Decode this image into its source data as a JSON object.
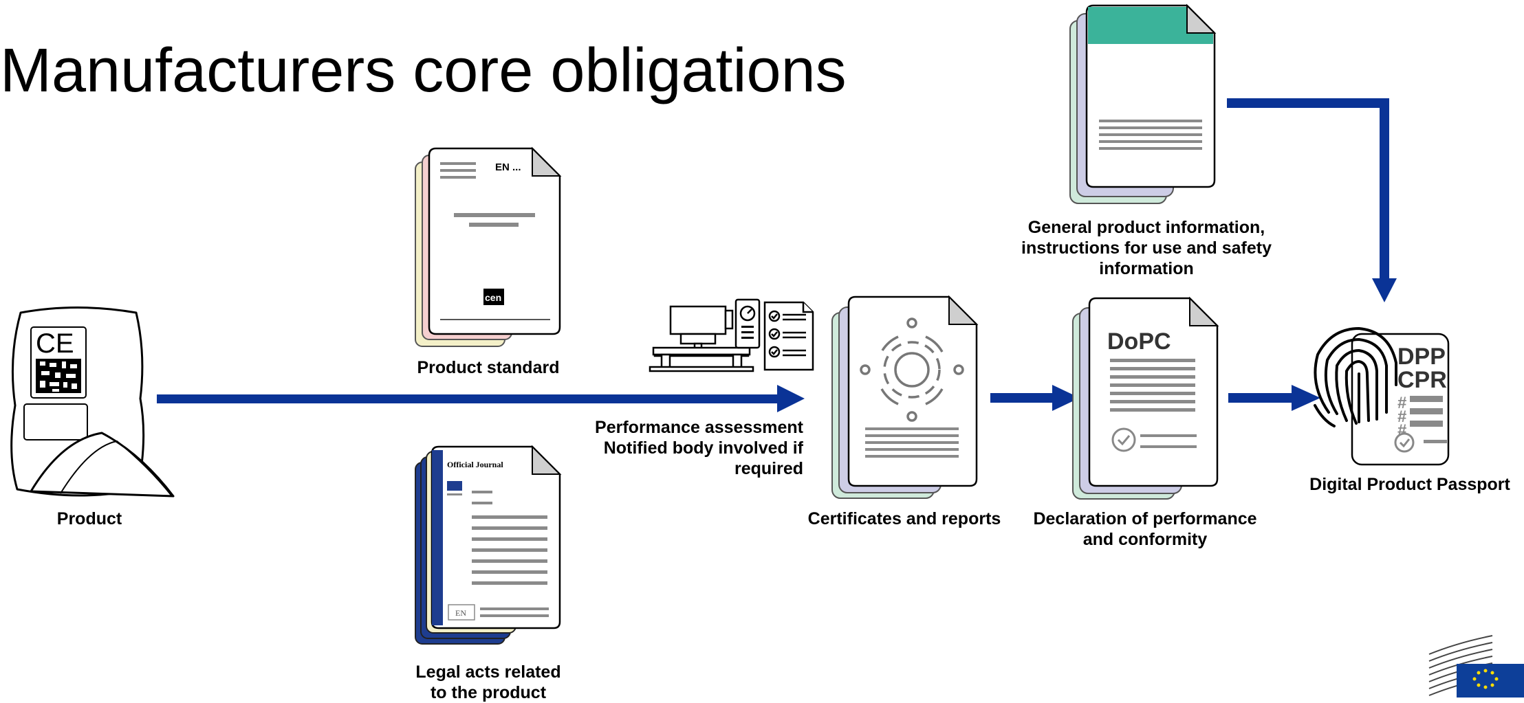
{
  "title": "Manufacturers core obligations",
  "colors": {
    "arrow_blue": "#0a3396",
    "teal": "#3bb39a",
    "eu_blue": "#0d3f99",
    "eu_star": "#ffde00",
    "doc_gray": "#8a8a8a"
  },
  "nodes": {
    "product": {
      "label": "Product",
      "icon": "product-bag-icon",
      "mark": "CE"
    },
    "product_standard": {
      "label": "Product standard",
      "icon": "standard-document-icon",
      "doc_code": "EN ...",
      "logo": "cen"
    },
    "legal_acts": {
      "label": "Legal acts related to the product",
      "line1": "Legal acts related",
      "line2": "to the product",
      "icon": "legal-document-icon",
      "doc_header": "Official Journal",
      "doc_code": "EN"
    },
    "performance_assessment": {
      "line1": "Performance assessment",
      "line2": "Notified body involved if",
      "line3": "required",
      "icon": "testing-machine-icon"
    },
    "certificates": {
      "label": "Certificates and reports",
      "icon": "gear-document-icon"
    },
    "declaration": {
      "line1": "Declaration of performance",
      "line2": "and conformity",
      "icon": "dopc-document-icon",
      "doc_title": "DoPC"
    },
    "general_info": {
      "line1": "General product information,",
      "line2": "instructions for use and safety",
      "line3": "information",
      "icon": "info-document-icon"
    },
    "dpp": {
      "label": "Digital Product Passport",
      "icon": "fingerprint-icon",
      "line1": "DPP",
      "line2": "CPR"
    }
  },
  "logo": {
    "icon": "european-commission-logo"
  }
}
